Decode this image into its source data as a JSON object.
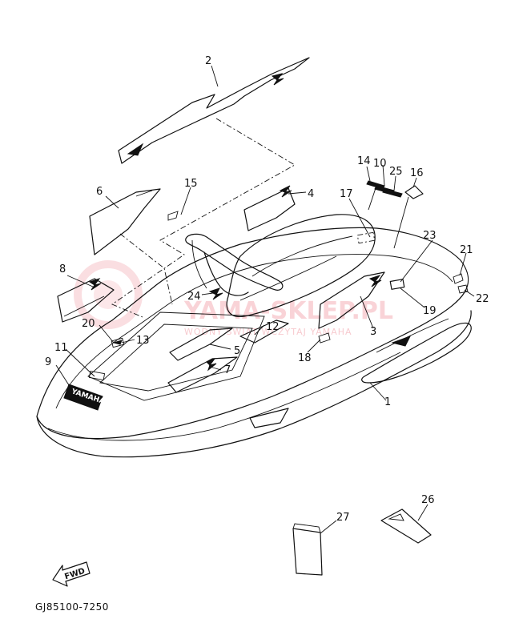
{
  "diagram_code": "GJ85100-7250",
  "watermark": {
    "main": "YAMA-SKLEP.PL",
    "sub": "WODNY ŚWIAT WCZYTAJ YAMAHA"
  },
  "logo_text": "YAMAHA",
  "fwd_label": "FWD",
  "callouts": {
    "c1": "1",
    "c2": "2",
    "c3": "3",
    "c4": "4",
    "c5": "5",
    "c6": "6",
    "c7": "7",
    "c8": "8",
    "c9": "9",
    "c10": "10",
    "c11": "11",
    "c12": "12",
    "c13": "13",
    "c14": "14",
    "c15": "15",
    "c16": "16",
    "c17": "17",
    "c18": "18",
    "c19": "19",
    "c20": "20",
    "c21": "21",
    "c22": "22",
    "c23": "23",
    "c24": "24",
    "c25": "25",
    "c26": "26",
    "c27": "27"
  }
}
